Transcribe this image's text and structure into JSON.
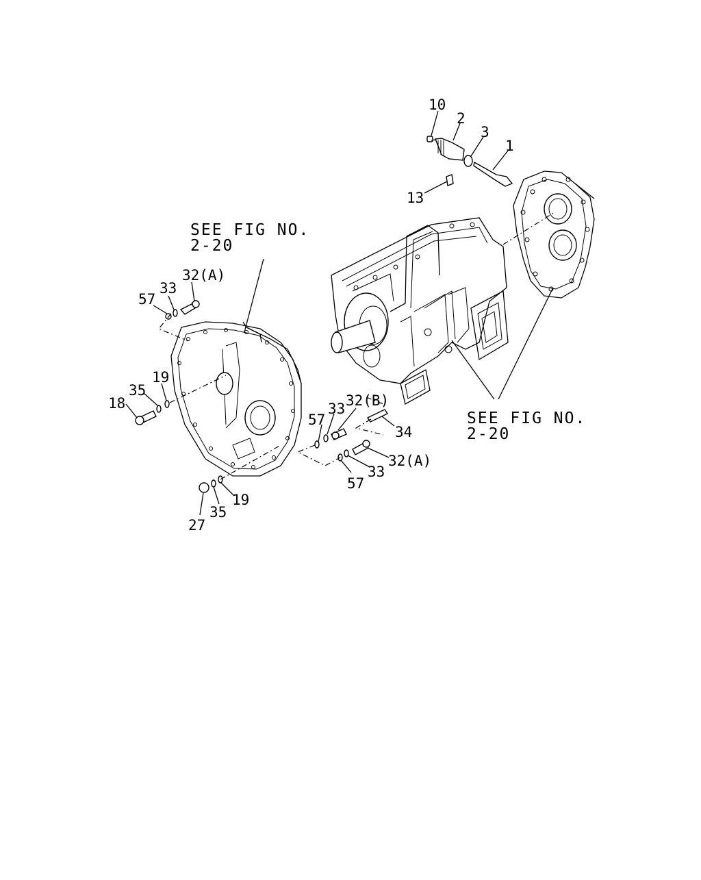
{
  "diagram": {
    "references": [
      {
        "line1": "SEE FIG NO.",
        "line2": "2-20"
      },
      {
        "line1": "SEE FIG NO.",
        "line2": "2-20"
      }
    ],
    "callouts": [
      "10",
      "2",
      "3",
      "1",
      "13",
      "32(A)",
      "33",
      "57",
      "19",
      "35",
      "18",
      "57",
      "33",
      "32(B)",
      "34",
      "32(A)",
      "33",
      "57",
      "27",
      "35",
      "19"
    ]
  }
}
